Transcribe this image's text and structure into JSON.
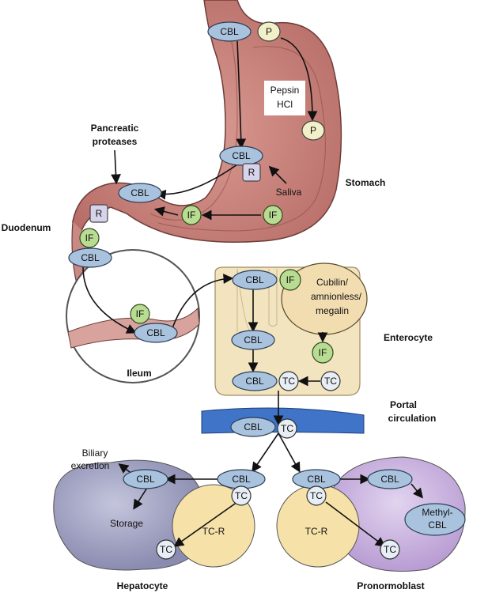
{
  "labels": {
    "stomach": "Stomach",
    "pancreatic_1": "Pancreatic",
    "pancreatic_2": "proteases",
    "duodenum": "Duodenum",
    "ileum": "Ileum",
    "enterocyte": "Enterocyte",
    "portal_1": "Portal",
    "portal_2": "circulation",
    "hepatocyte": "Hepatocyte",
    "pronormoblast": "Pronormoblast",
    "pepsin": "Pepsin",
    "hcl": "HCl",
    "saliva": "Saliva",
    "cubilin_1": "Cubilin/",
    "cubilin_2": "amnionless/",
    "cubilin_3": "megalin",
    "biliary_1": "Biliary",
    "biliary_2": "excretion",
    "storage": "Storage",
    "tcr": "TC-R",
    "methyl_1": "Methyl-",
    "methyl_2": "CBL"
  },
  "molecules": {
    "cbl": "CBL",
    "p": "P",
    "r": "R",
    "if": "IF",
    "tc": "TC"
  },
  "colors": {
    "stomach": "#c98a84",
    "enterocyte": "#f3e4c0",
    "portal": "#3f74c9",
    "hepatocyte": "#9c9cbf",
    "pronormoblast": "#c9b4de",
    "tc_receptor": "#f6e2a8"
  }
}
